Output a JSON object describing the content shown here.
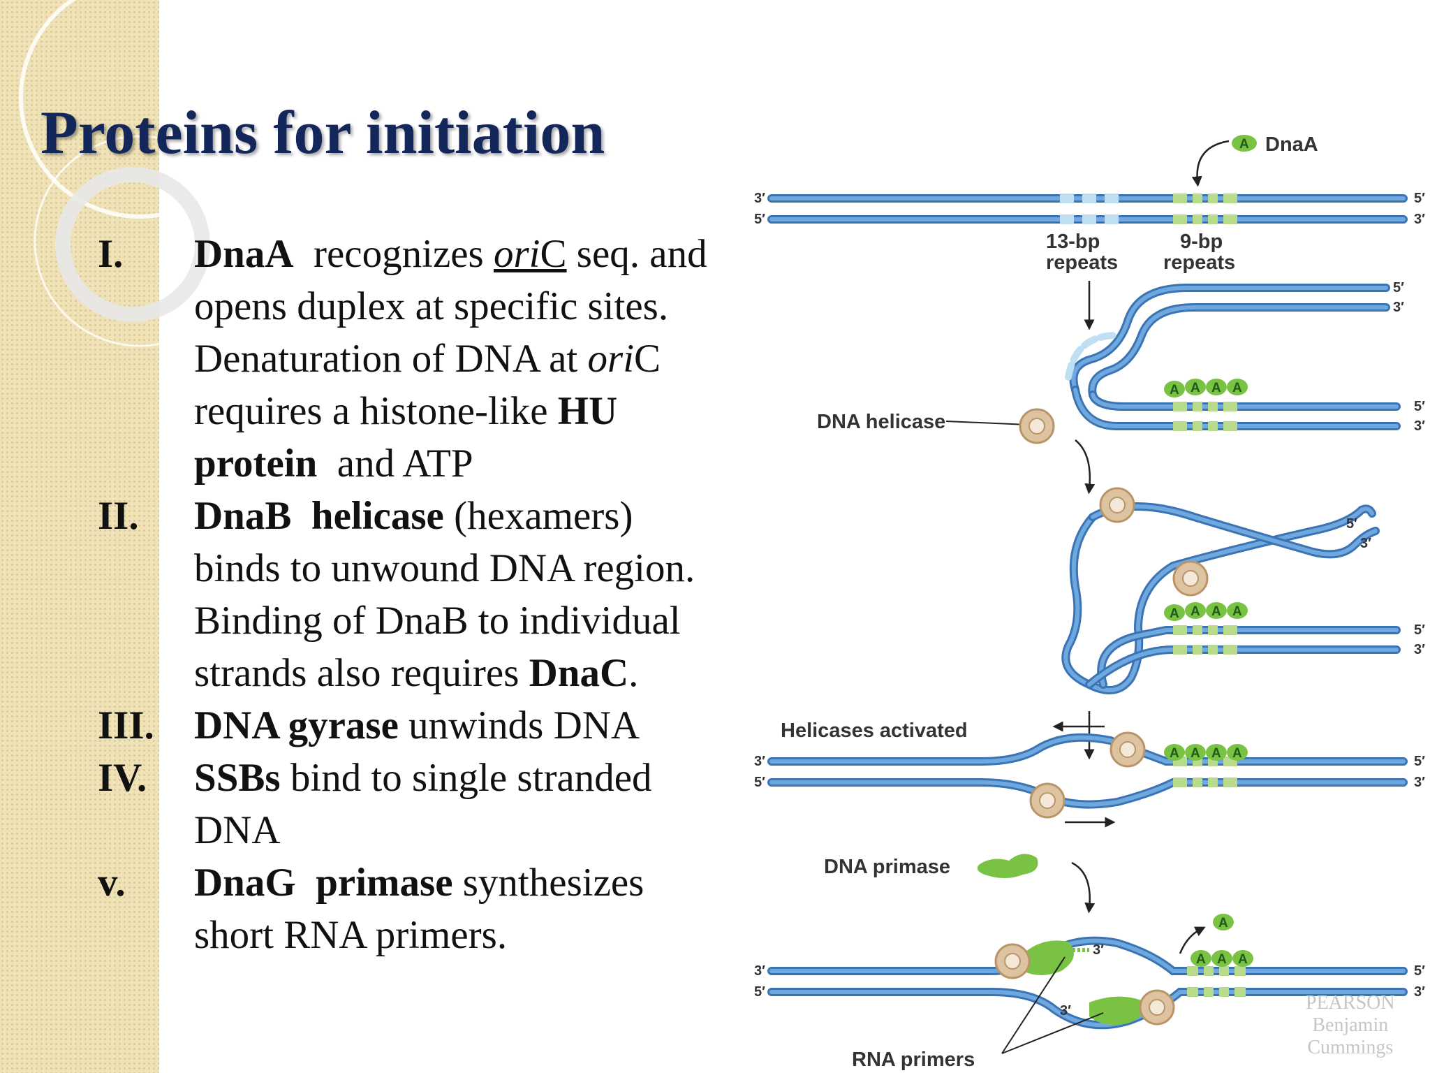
{
  "title": "Proteins for initiation",
  "items": [
    {
      "num": "I.",
      "p1": [
        {
          "b": "DnaA"
        },
        {
          "t": "  recognizes "
        },
        {
          "ui": "ori"
        },
        {
          "u": "C"
        },
        {
          "t": " seq. and opens duplex at specific sites."
        }
      ],
      "p2": [
        {
          "t": "Denaturation of DNA at "
        },
        {
          "i": "ori"
        },
        {
          "t": "C requires a histone-like "
        },
        {
          "b": "HU protein"
        },
        {
          "t": "  and ATP"
        }
      ]
    },
    {
      "num": "II.",
      "p1": [
        {
          "b": "DnaB  helicase"
        },
        {
          "t": " (hexamers) binds to unwound DNA region. Binding of DnaB to individual strands also requires "
        },
        {
          "b": "DnaC"
        },
        {
          "t": "."
        }
      ]
    },
    {
      "num": "III.",
      "p1": [
        {
          "b": "DNA gyrase"
        },
        {
          "t": " unwinds DNA"
        }
      ]
    },
    {
      "num": "IV.",
      "p1": [
        {
          "b": "SSBs"
        },
        {
          "t": " bind to single stranded DNA"
        }
      ]
    },
    {
      "num": "v.",
      "p1": [
        {
          "b": "DnaG  primase"
        },
        {
          "t": " synthesizes short RNA primers."
        }
      ]
    }
  ],
  "diagram": {
    "label_dnaa": "DnaA",
    "label_13bp_1": "13-bp",
    "label_13bp_2": "repeats",
    "label_9bp_1": "9-bp",
    "label_9bp_2": "repeats",
    "label_helicase": "DNA helicase",
    "label_activated": "Helicases activated",
    "label_primase": "DNA primase",
    "label_primers": "RNA primers",
    "prime3": "3′",
    "prime5": "5′",
    "a_letter": "A",
    "watermark_1": "PEARSON",
    "watermark_2": "Benjamin",
    "watermark_3": "Cummings",
    "colors": {
      "strand": "#5b9bd5",
      "strand_dark": "#3a74b5",
      "repeat13": "#bfe0f2",
      "repeat9": "#b9db8c",
      "protein": "#79c243",
      "helicase": "#ddc39f"
    }
  }
}
